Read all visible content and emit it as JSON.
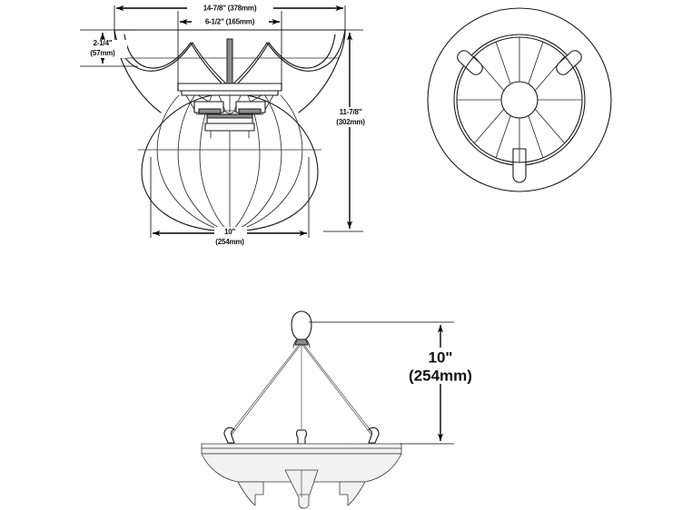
{
  "document": {
    "type": "technical-dimension-drawing",
    "subject": "Pendant light fixture",
    "background_color": "#ffffff",
    "line_color": "#1a1a1a",
    "text_color": "#111111"
  },
  "views": {
    "front": {
      "name": "front-elevation-view",
      "description": "Front elevation of flared-petal pendant shade with ribbed globe body and central socket assembly"
    },
    "top": {
      "name": "top-plan-view",
      "description": "Top plan view showing outer rim ring, twelve radial ribs, central hub and three mounting tabs"
    },
    "hanger": {
      "name": "hanger-assembly-view",
      "description": "Hanger assembly with top loop, three suspension cables and bowl plate with three hooks"
    }
  },
  "dimensions": {
    "overall_width": {
      "label": "14-7/8\" (378mm)",
      "value_in": "14-7/8\"",
      "value_mm": "378mm",
      "view": "front"
    },
    "inner_width": {
      "label": "6-1/2\" (165mm)",
      "value_in": "6-1/2\"",
      "value_mm": "165mm",
      "view": "front"
    },
    "flare_height": {
      "line1": "2-1/4\"",
      "line2": "(57mm)",
      "value_in": "2-1/4\"",
      "value_mm": "57mm",
      "view": "front"
    },
    "overall_height": {
      "line1": "11-7/8\"",
      "line2": "(302mm)",
      "value_in": "11-7/8\"",
      "value_mm": "302mm",
      "view": "front"
    },
    "globe_diameter": {
      "line1": "10\"",
      "line2": "(254mm)",
      "value_in": "10\"",
      "value_mm": "254mm",
      "view": "front"
    },
    "hanger_height": {
      "line1": "10\"",
      "line2": "(254mm)",
      "value_in": "10\"",
      "value_mm": "254mm",
      "view": "hanger"
    }
  }
}
